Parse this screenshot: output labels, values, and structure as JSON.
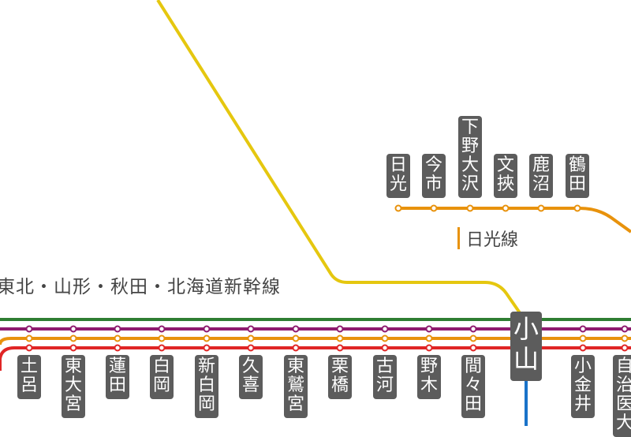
{
  "lines": {
    "main_label": "東北・山形・秋田・北海道新幹線",
    "nikko_label": "日光線"
  },
  "colors": {
    "shinkansen": "#2e7d32",
    "purple_line": "#8e1a6e",
    "orange_line": "#e8920c",
    "red_line": "#e02525",
    "yellow_line": "#e5c70f",
    "nikko_line": "#e8920c",
    "blue_line": "#1a73c9",
    "station_box": "#5c5c5c"
  },
  "nikko_stations": [
    "日光",
    "今市",
    "下野大沢",
    "文挾",
    "鹿沼",
    "鶴田"
  ],
  "main_stations": [
    "土呂",
    "東大宮",
    "蓮田",
    "白岡",
    "新白岡",
    "久喜",
    "東鷲宮",
    "栗橋",
    "古河",
    "野木",
    "間々田"
  ],
  "hub_station": "小山",
  "right_stations": [
    "小金井",
    "自治医大"
  ]
}
